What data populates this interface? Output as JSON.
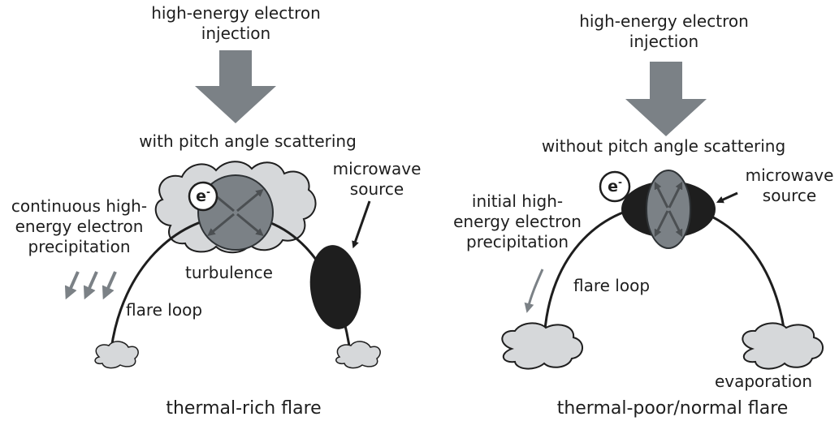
{
  "left_panel": {
    "injection_label": "high-energy electron\ninjection",
    "scattering_label": "with pitch angle scattering",
    "electron_symbol": "e",
    "electron_charge": "-",
    "precipitation_label": "continuous high-\nenergy electron\nprecipitation",
    "turbulence_label": "turbulence",
    "microwave_label": "microwave\nsource",
    "loop_label": "flare loop",
    "caption": "thermal-rich flare"
  },
  "right_panel": {
    "injection_label": "high-energy electron\ninjection",
    "scattering_label": "without pitch angle scattering",
    "electron_symbol": "e",
    "electron_charge": "-",
    "precipitation_label": "initial high-\nenergy electron\nprecipitation",
    "microwave_label": "microwave\nsource",
    "loop_label": "flare loop",
    "evaporation_label": "evaporation",
    "caption": "thermal-poor/normal flare"
  }
}
